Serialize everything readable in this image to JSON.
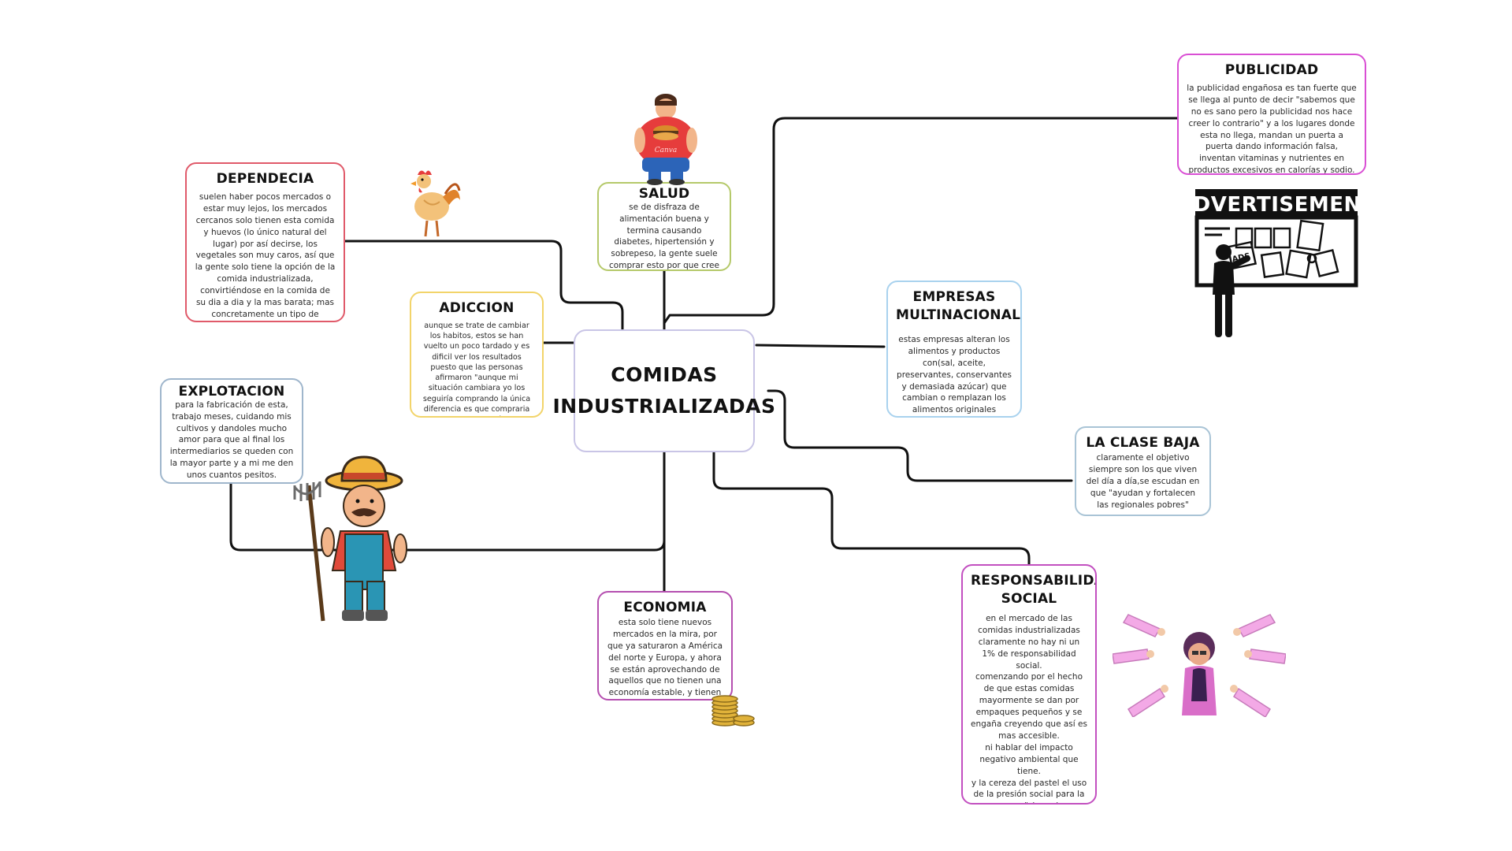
{
  "center": {
    "title": "COMIDAS\nINDUSTRIALIZADAS"
  },
  "nodes": {
    "dependencia": {
      "title": "DEPENDECIA",
      "body": "suelen haber pocos mercados o estar muy lejos, los mercados cercanos solo tienen esta comida y huevos (lo único natural del lugar) por así decirse, los vegetales son muy caros, así que la gente solo tiene la opción de la comida industrializada, convirtiéndose en la comida de su dia a dia y la mas barata; mas concretamente un tipo de dependencia alimentaria social.",
      "color": "#e05a6a"
    },
    "salud": {
      "title": "SALUD",
      "body": "se de disfraza de alimentación buena y termina causando diabetes, hipertensión y sobrepeso, la gente suele comprar esto por que cree que así también compraran salud",
      "color": "#b5c96a"
    },
    "publicidad": {
      "title": "PUBLICIDAD",
      "body": "la publicidad engañosa es tan fuerte que se llega al punto de decir \"sabemos que no es sano pero la publicidad nos hace creer lo contrario\" y a los lugares donde esta no llega, mandan un puerta a puerta dando información falsa, inventan vitaminas y nutrientes en productos excesivos en calorías y sodio.",
      "color": "#d94fd4"
    },
    "adiccion": {
      "title": "ADICCION",
      "body": "aunque se trate de cambiar los habitos, estos  se han vuelto un poco tardado y  es dificil ver los resultados puesto que las personas afirmaron \"aunque mi situación cambiara yo los seguiría comprando la única diferencia es que compraria unos mas grandes\"",
      "color": "#f2d46a"
    },
    "empresas": {
      "title": "EMPRESAS\nMULTINACIONALES",
      "body": "estas empresas alteran los alimentos y productos con(sal, aceite, preservantes, conservantes y demasiada azúcar) que cambian o remplazan los alimentos originales",
      "color": "#a9d2ee"
    },
    "explotacion": {
      "title": "EXPLOTACION",
      "body": "para la fabricación de esta, trabajo meses, cuidando mis cultivos y dandoles mucho amor para que al final los intermediarios se queden con la mayor parte y a mi me den unos cuantos pesitos.",
      "color": "#9fb6cc"
    },
    "clase_baja": {
      "title": "LA CLASE BAJA",
      "body": "claramente el objetivo siempre son los que viven del día a día,se escudan en que \"ayudan y fortalecen las regionales pobres\"",
      "color": "#a9c4d6"
    },
    "economia": {
      "title": "ECONOMIA",
      "body": "esta solo tiene nuevos mercados en la mira, por que ya saturaron a América del norte y Europa, y ahora se están aprovechando de aquellos que no tienen una economía estable, y tienen en la mira otros.",
      "color": "#b54fb0"
    },
    "responsabilidad": {
      "title": "RESPONSABILIDAD\nSOCIAL",
      "body": "en el mercado de las comidas industrializadas claramente no hay ni un 1% de responsabilidad social.\ncomenzando por el hecho de que estas comidas mayormente se dan por empaques pequeños y se engaña creyendo que así es mas accesible.\nni hablar del impacto negativo ambiental que tiene.\ny la cereza del pastel el uso de la presión social para la compra \"si puedes permitirte este producto serás parte de un determinado grupo social\"",
      "color": "#c24fc0"
    }
  },
  "illustrations": {
    "advertisement_label": "ADVERTISEMENT",
    "ads_label": "ADS",
    "burger_label": "Canva"
  }
}
